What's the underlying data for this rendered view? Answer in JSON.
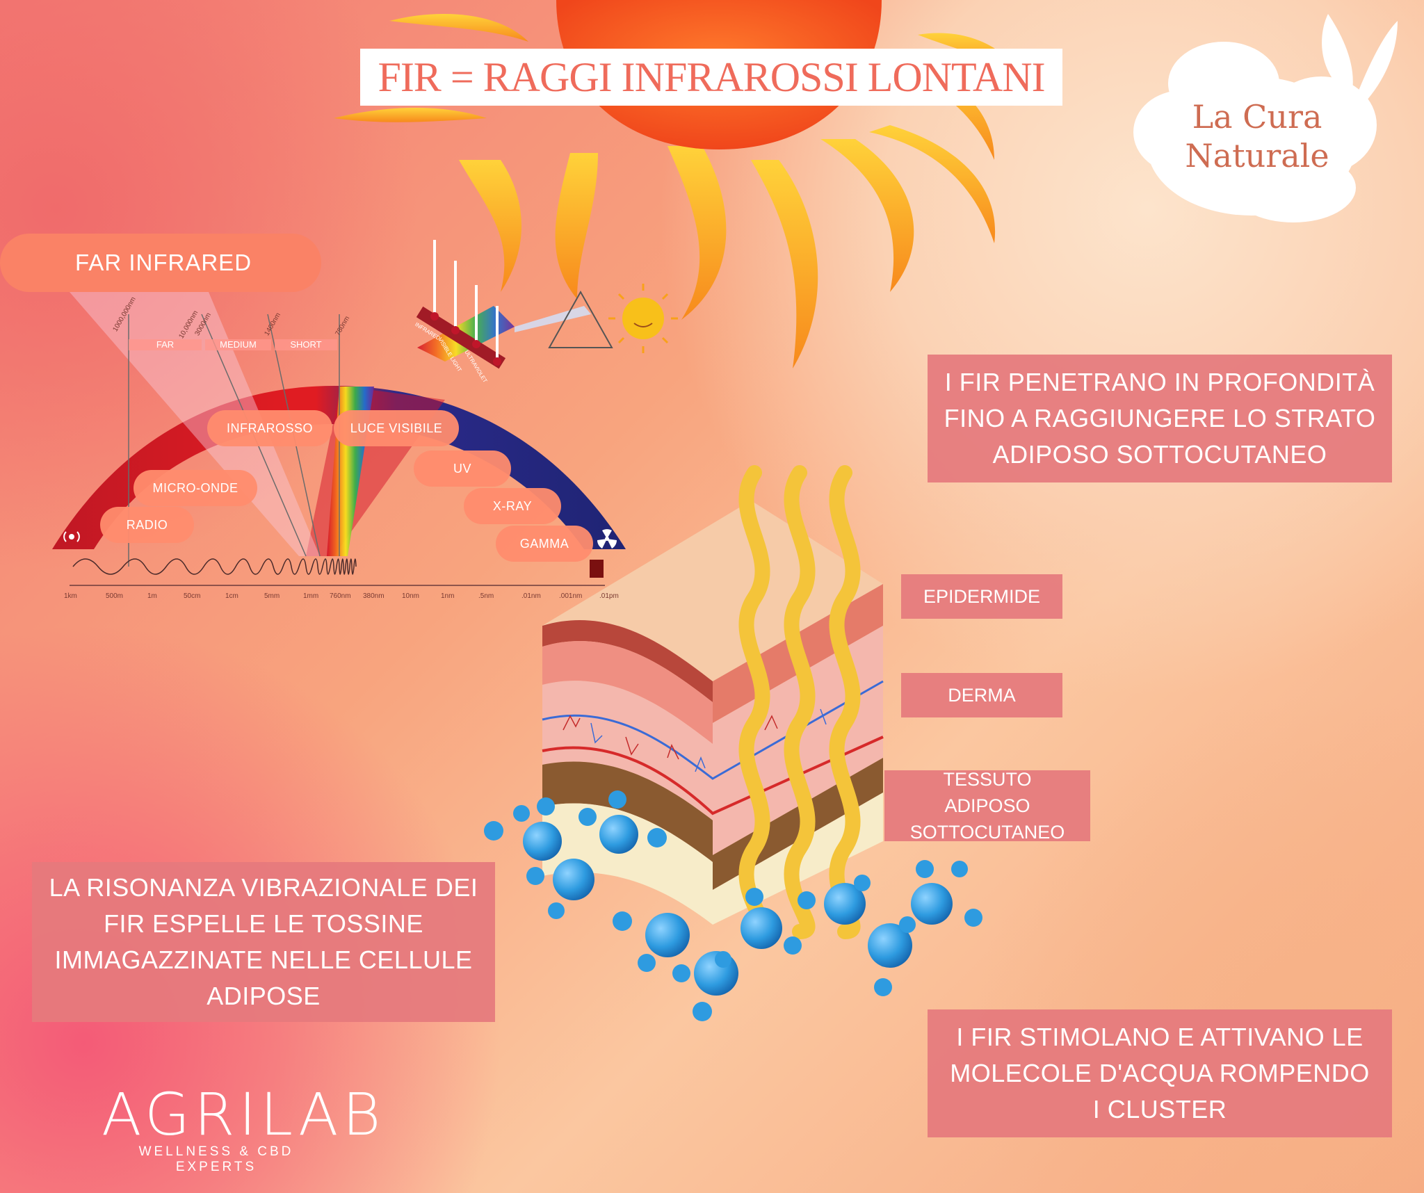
{
  "title": "FIR = RAGGI INFRAROSSI LONTANI",
  "brand": {
    "line1": "La Cura",
    "line2": "Naturale"
  },
  "far_infrared_label": "FAR INFRARED",
  "spectrum": {
    "sub_bands": [
      "FAR",
      "MEDIUM",
      "SHORT"
    ],
    "sub_band_ticks": [
      "1000,000nm",
      "10,000nm",
      "3000nm",
      "1400nm",
      "780nm"
    ],
    "bands": [
      "INFRAROSSO",
      "LUCE VISIBILE",
      "MICRO-ONDE",
      "UV",
      "RADIO",
      "X-RAY",
      "GAMMA"
    ],
    "scale_ticks": [
      "1km",
      "500m",
      "1m",
      "50cm",
      "1cm",
      "5mm",
      "1mm",
      "760nm",
      "380nm",
      "10nm",
      "1nm",
      ".5nm",
      ".01nm",
      ".001nm",
      ".01pm"
    ]
  },
  "prism_labels": [
    "INFRARED",
    "VISIBLE LIGHT",
    "ULTRAVIOLET"
  ],
  "boxes": {
    "penetration": [
      "I FIR PENETRANO IN PROFONDITÀ",
      "FINO A RAGGIUNGERE LO STRATO",
      "ADIPOSO SOTTOCUTANEO"
    ],
    "resonance": [
      "LA RISONANZA VIBRAZIONALE DEI",
      "FIR ESPELLE LE TOSSINE",
      "IMMAGAZZINATE NELLE CELLULE",
      "ADIPOSE"
    ],
    "water": [
      "I FIR STIMOLANO E ATTIVANO LE",
      "MOLECOLE D'ACQUA ROMPENDO",
      "I CLUSTER"
    ]
  },
  "skin_layers": {
    "epidermis": "EPIDERMIDE",
    "dermis": "DERMA",
    "fat": [
      "TESSUTO",
      "ADIPOSO",
      "SOTTOCUTANEO"
    ]
  },
  "logo": {
    "name": "AGRILAB",
    "tagline": "WELLNESS & CBD EXPERTS"
  },
  "colors": {
    "sun": "#f55a1e",
    "flame": "#fba21d",
    "pill": "#fa8266",
    "box": "#e57a7d",
    "wave": "#f4c43a",
    "molecule": "#2e9be0"
  }
}
